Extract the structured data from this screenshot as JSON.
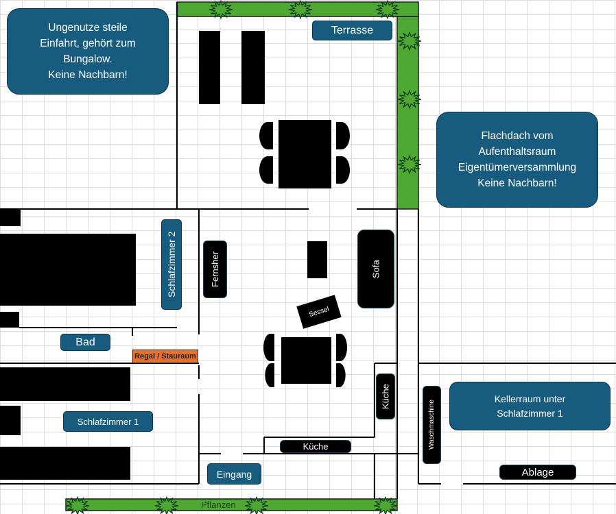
{
  "notes": {
    "driveway": "Ungenutze steile\nEinfahrt, gehört zum\nBungalow.\nKeine Nachbarn!",
    "roof": "Flachdach vom\nAufenthaltsraum\nEigentümerversammlung\nKeine Nachbarn!",
    "cellar": "Kellerraum unter\nSchlafzimmer 1"
  },
  "rooms": {
    "terrace": "Terrasse",
    "bedroom2": "Schlafzimmer 2",
    "bath": "Bad",
    "bedroom1": "Schlafzimmer 1",
    "entrance": "Eingang",
    "shelf": "Regal / Stauraum"
  },
  "furniture": {
    "tv": "Fernsher",
    "sofa": "Sofa",
    "armchair": "Sessel",
    "kitchen_v": "Küche",
    "kitchen_h": "Küche",
    "washer": "Waschmaschine",
    "storage": "Ablage"
  },
  "plants": "Pflanzen",
  "colors": {
    "label": "#175c7e",
    "plant": "#4fa832",
    "shelf": "#e8702a"
  }
}
